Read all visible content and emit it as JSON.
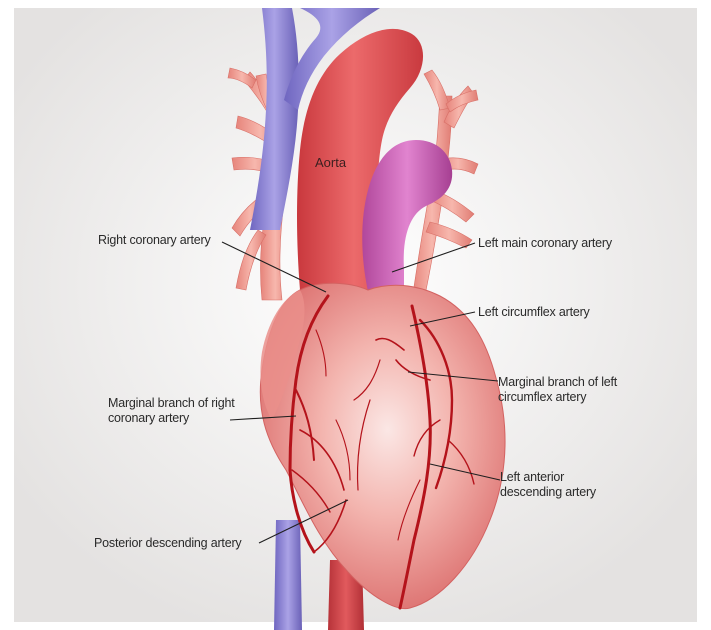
{
  "labels": {
    "aorta": "Aorta",
    "right_coronary_artery": "Right coronary artery",
    "left_main_coronary_artery": "Left main coronary artery",
    "left_circumflex_artery": "Left circumflex artery",
    "marginal_branch_right": "Marginal branch of right coronary artery",
    "marginal_branch_left": "Marginal branch of left circumflex artery",
    "left_anterior_descending": "Left anterior descending artery",
    "posterior_descending": "Posterior descending artery"
  },
  "colors": {
    "background": "#f1f0ef",
    "heart_body": "#f2a8a4",
    "aorta": "#e2585b",
    "vena_cava": "#8f86d4",
    "pulmonary_artery": "#c75bb0",
    "coronary_vessels": "#b4131b",
    "leader_lines": "#1f1f1f"
  }
}
